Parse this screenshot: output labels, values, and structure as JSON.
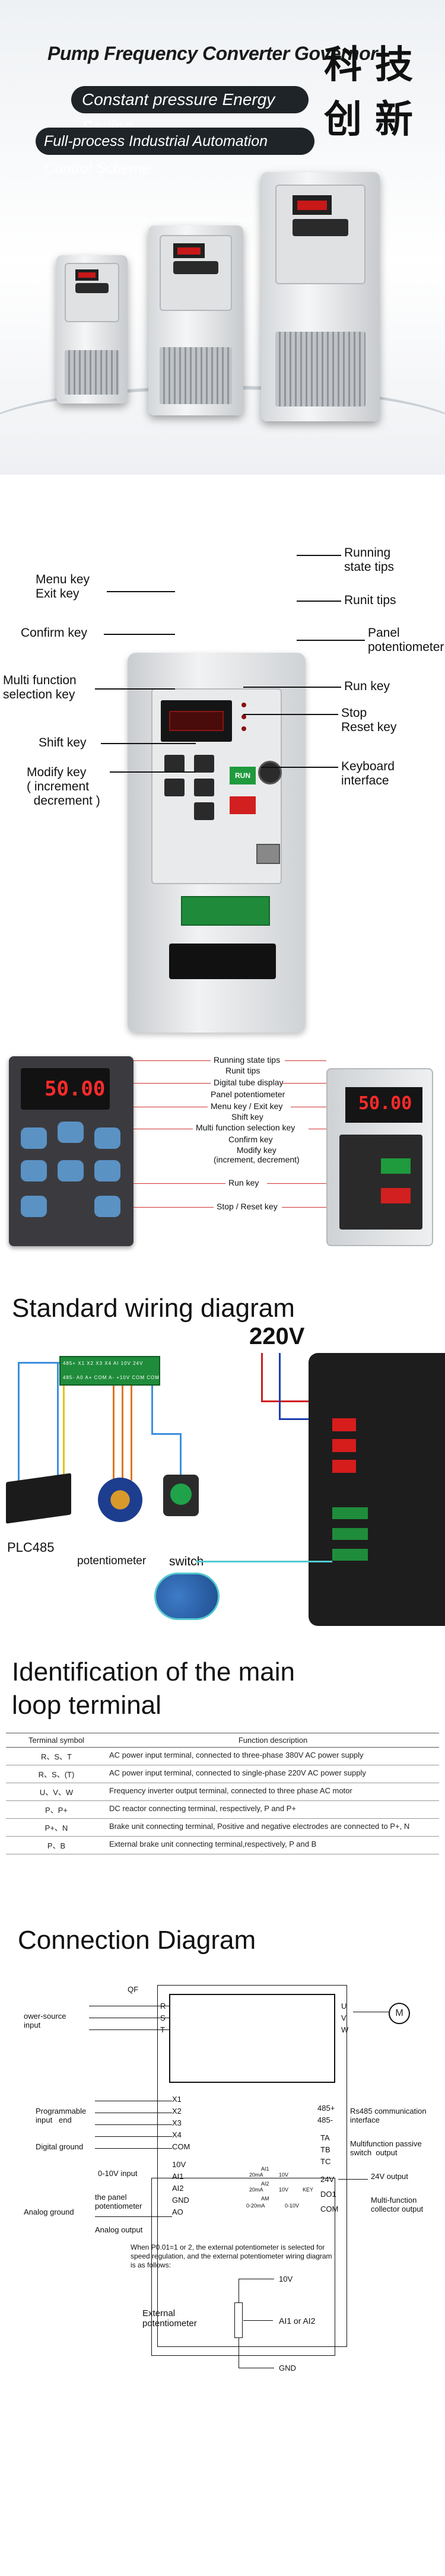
{
  "hero": {
    "title": "Pump Frequency Converter Governor",
    "subtitle": "Constant pressure  Energy Saving",
    "tagline": "Full-process Industrial Automation Control Scheme",
    "cn_chars": [
      "科",
      "技",
      "创",
      "新"
    ]
  },
  "keypad": {
    "labels": {
      "menu": "Menu key\nExit key",
      "confirm": "Confirm key",
      "multi": "Multi function\nselection key",
      "shift": "Shift key",
      "modify": "Modify key\n( increment\n  decrement )",
      "running": "Running\nstate tips",
      "runit": "Runit tips",
      "pot": "Panel\npotentiometer",
      "run": "Run key",
      "stop": "Stop\nReset key",
      "keyboard": "Keyboard\ninterface"
    },
    "run_button": "RUN"
  },
  "panel": {
    "display_value": "50.00",
    "display_value_b": "50.00",
    "labels": [
      "Running state tips",
      "Runit tips",
      "Digital tube display",
      "Panel potentiometer",
      "Menu key / Exit key",
      "Shift key",
      "Multi function selection key",
      "Confirm key",
      "Modify key\n(increment, decrement)",
      "Run key",
      "Stop / Reset key"
    ]
  },
  "wiring": {
    "title": "Standard wiring diagram",
    "voltage": "220V",
    "terminal_top": "485+ X1  X2  X3  X4  AI  10V  24V",
    "terminal_bottom": "485-  A0  A+ COM A-  +10V COM COM",
    "labels": {
      "plc": "PLC485",
      "pot": "potentiometer",
      "switch": "switch"
    }
  },
  "terminals": {
    "title": "Identification of the main loop terminal",
    "columns": [
      "Terminal symbol",
      "Function description"
    ],
    "rows": [
      [
        "R、S、T",
        "AC power input terminal, connected to three-phase 380V AC power supply"
      ],
      [
        "R、S、(T)",
        "AC power input terminal, connected to single-phase 220V AC power supply"
      ],
      [
        "U、V、W",
        "Frequency inverter output terminal, connected to three phase AC motor"
      ],
      [
        "P、P+",
        "DC reactor connecting terminal, respectively, P and P+"
      ],
      [
        "P+、N",
        "Brake unit connecting terminal, Positive and negative electrodes are connected to P+, N"
      ],
      [
        "P、B",
        "External brake unit connecting terminal,respectively, P and B"
      ]
    ]
  },
  "conn": {
    "title": "Connection Diagram",
    "labels": {
      "qf": "QF",
      "power": "ower-source\ninput",
      "prog": "Programmable\ninput   end",
      "dground": "Digital ground",
      "v010": "0-10V  input",
      "panelpot": "the panel\npotentiometer",
      "aground": "Analog ground",
      "aout": "Analog output",
      "rs485": "Rs485 communication\ninterface",
      "passive": "Multifunction passive\nswitch  output",
      "v24": "24V  output",
      "collector": "Multi-function\ncollector output",
      "motor": "M",
      "ext": "External\npotentiometer",
      "aiai2": "AI1 or AI2",
      "v10": "10V",
      "gnd": "GND",
      "note": "When P0.01=1 or 2, the external potentiometer is selected for speed regulation, and the external potentiometer wiring diagram is as follows:"
    },
    "terminals_left": [
      "R",
      "S",
      "T",
      "X1",
      "X2",
      "X3",
      "X4",
      "COM",
      "10V",
      "AI1",
      "AI2",
      "GND",
      "AO"
    ],
    "terminals_right": [
      "U",
      "V",
      "W",
      "485+",
      "485-",
      "TA",
      "TB",
      "TC",
      "24V",
      "DO1",
      "COM"
    ],
    "jumpers": [
      "20mA",
      "10V",
      "AI1",
      "20mA",
      "10V",
      "KEY",
      "AI2",
      "AM",
      "0-20mA",
      "0-10V"
    ]
  }
}
